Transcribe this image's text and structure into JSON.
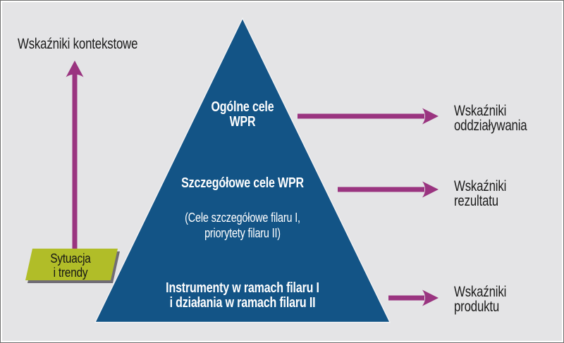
{
  "diagram": {
    "title_hint": "CAP monitoring indicators pyramid",
    "colors": {
      "background": "#e4e4e6",
      "pyramid": "#135486",
      "pyramid_outline": "#f4f4f6",
      "arrow": "#9a3480",
      "situation_box": "#b1bd28",
      "situation_shadow": "#49444f",
      "text": "#1b1b1b",
      "pyramid_text": "#ffffff"
    },
    "context_label": "Wskaźniki kontekstowe",
    "situation_box": {
      "line1": "Sytuacja",
      "line2": "i trendy"
    },
    "pyramid": {
      "top": {
        "line1": "Ogólne cele",
        "line2": "WPR"
      },
      "middle": {
        "title": "Szczegółowe cele WPR",
        "sub_line1": "(Cele szczegółowe filaru I,",
        "sub_line2": "priorytety filaru II)"
      },
      "bottom": {
        "line1": "Instrumenty w ramach filaru I",
        "line2": "i działania w ramach filaru II"
      }
    },
    "right_labels": [
      {
        "line1": "Wskaźniki",
        "line2": "oddziaływania"
      },
      {
        "line1": "Wskaźniki",
        "line2": "rezultatu"
      },
      {
        "line1": "Wskaźniki",
        "line2": "produktu"
      }
    ]
  }
}
